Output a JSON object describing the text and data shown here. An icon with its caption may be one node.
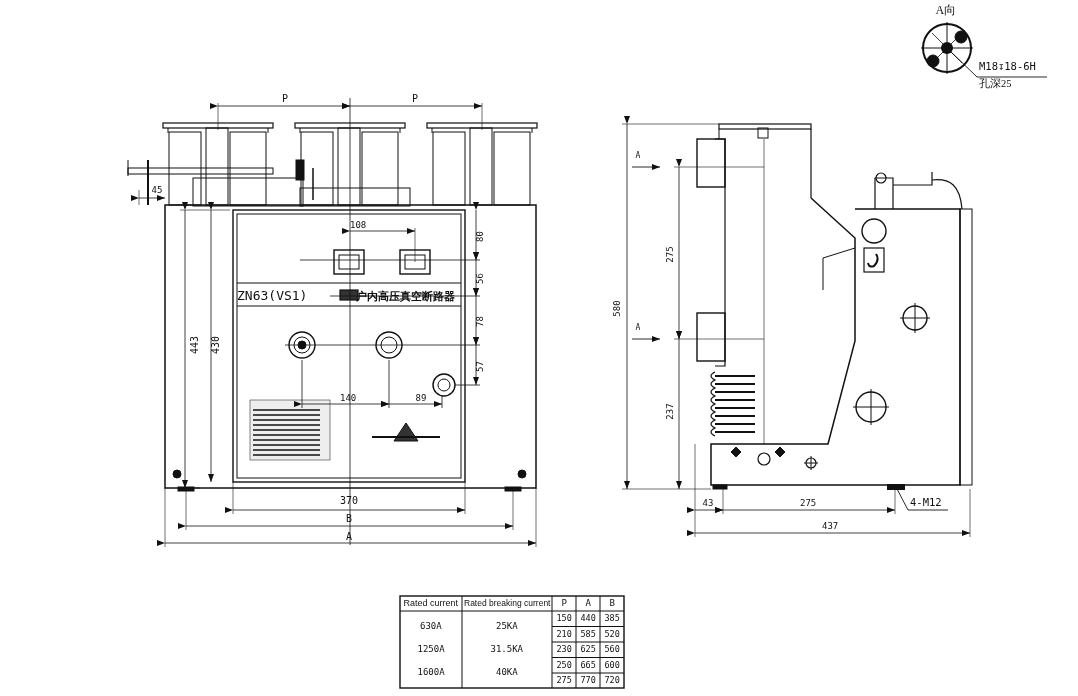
{
  "diagram": {
    "nodes": [
      {
        "text": [
          "M18↧18-6H",
          "孔深25"
        ]
      },
      {
        "text": [],
        "shape": "circle"
      },
      {
        "text": [
          "4-M12"
        ]
      },
      {
        "text": [],
        "shape": "box"
      }
    ],
    "edges": [
      {
        "from": 0,
        "to": 1,
        "arrow": "none"
      },
      {
        "from": 2,
        "to": 3,
        "arrow": "none"
      }
    ],
    "labels": [
      "P",
      "P",
      "45",
      "108",
      "80",
      "56",
      "ZN63(VS1)",
      "户内高压真空断路器",
      "78",
      "443",
      "430",
      "57",
      "140",
      "89",
      "370",
      "B",
      "A",
      "A向",
      "A",
      "580",
      "275",
      "A",
      "237",
      "43",
      "275",
      "437",
      "Rated current",
      "Rated breaking current",
      "P",
      "A",
      "B",
      "630A",
      "25KA",
      "150",
      "440",
      "385",
      "210",
      "585",
      "520",
      "1250A",
      "31.5KA",
      "230",
      "625",
      "560",
      "250",
      "665",
      "600",
      "1600A",
      "40KA",
      "275",
      "770",
      "720"
    ]
  }
}
